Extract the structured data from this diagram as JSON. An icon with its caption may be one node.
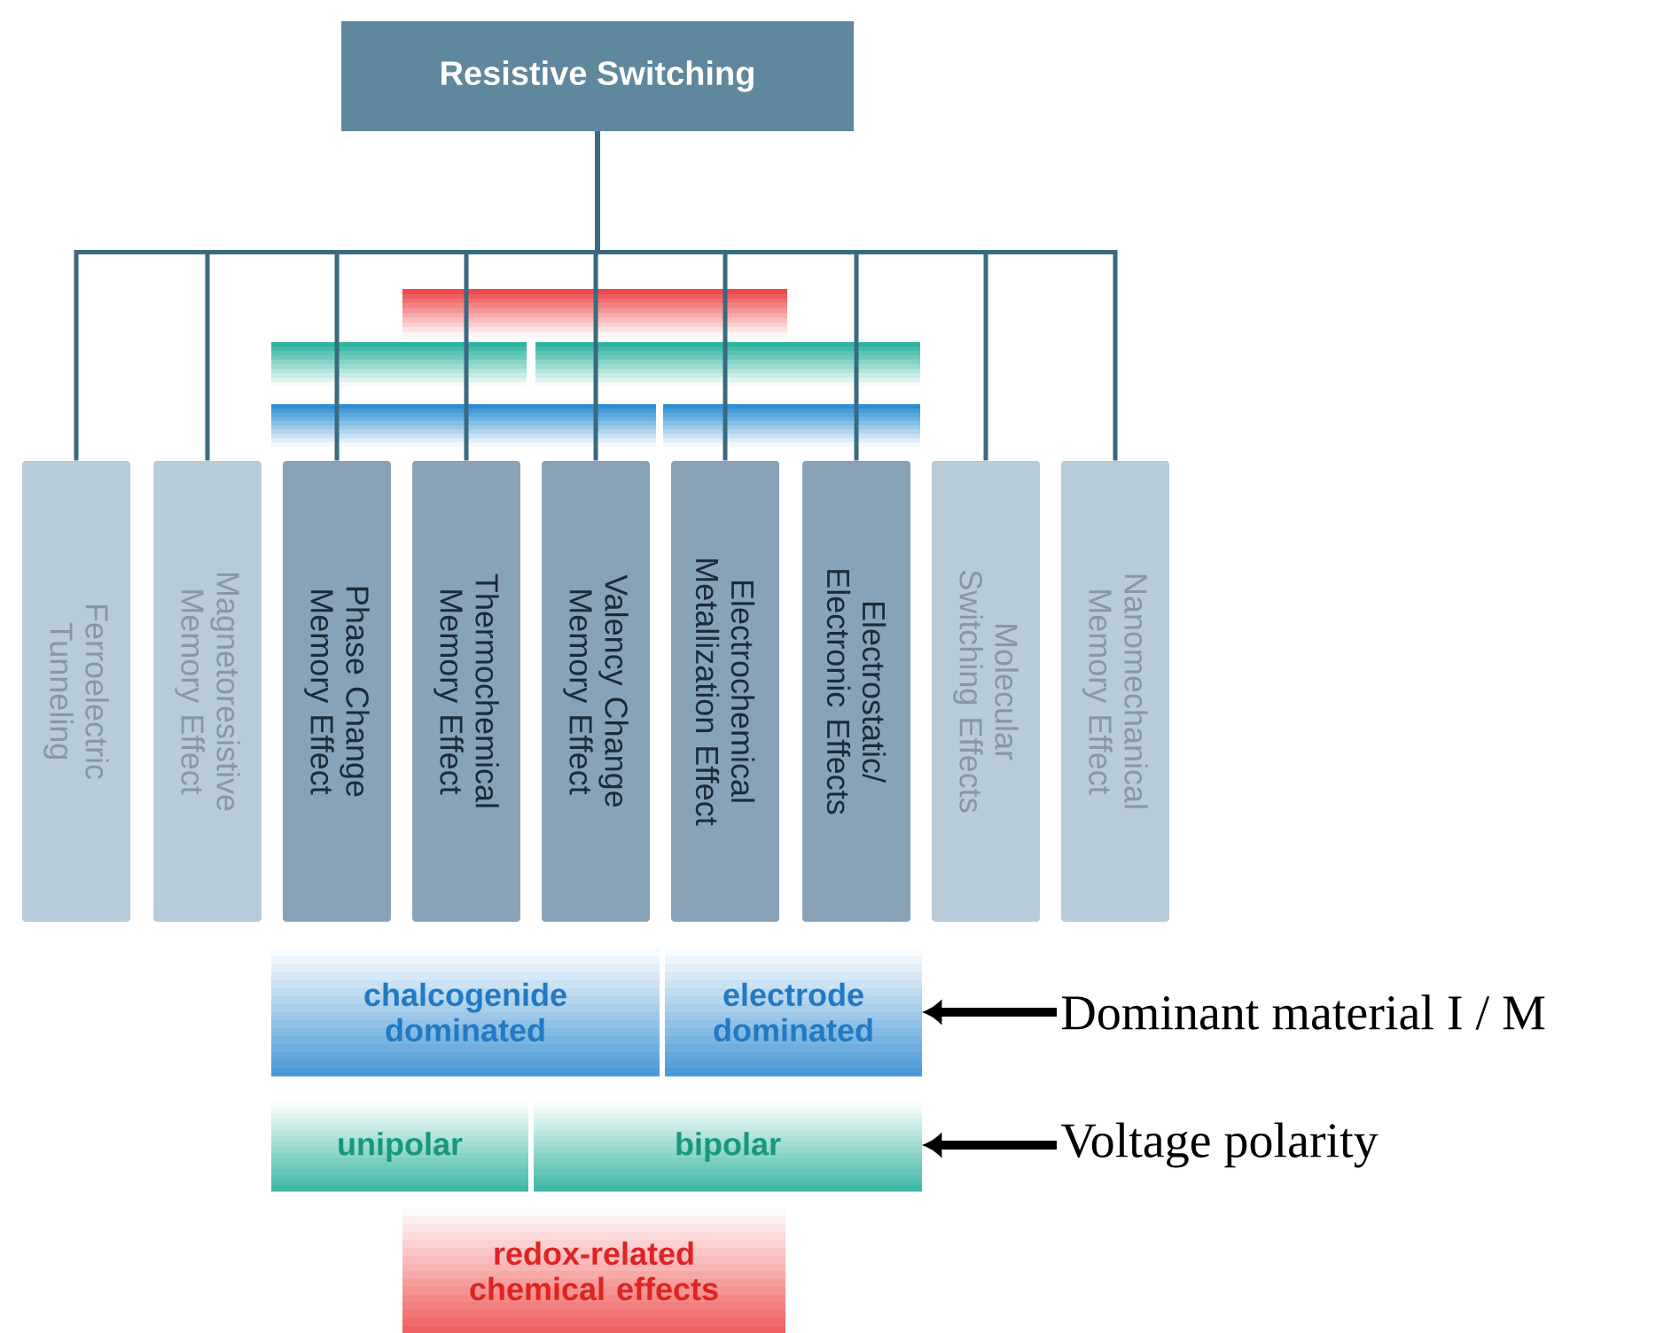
{
  "diagram": {
    "nodes": [
      {
        "text": [
          "Resistive Switching"
        ]
      },
      {
        "text": [
          "Ferroelectric Tunneling"
        ]
      },
      {
        "text": [
          "Magnetoresistive Memory Effect"
        ]
      },
      {
        "text": [
          "Phase Change Memory Effect"
        ]
      },
      {
        "text": [
          "Thermochemical Memory Effect"
        ]
      },
      {
        "text": [
          "Valency Change Memory Effect"
        ]
      },
      {
        "text": [
          "Electrochemical Metallization Effect"
        ]
      },
      {
        "text": [
          "Electrostatic/ Electronic Effects"
        ]
      },
      {
        "text": [
          "Molecular Switching Effects"
        ]
      },
      {
        "text": [
          "Nanomechanical Memory Effect"
        ]
      },
      {
        "text": [
          "chalcogenide dominated"
        ]
      },
      {
        "text": [
          "electrode dominated"
        ]
      },
      {
        "text": [
          "unipolar"
        ]
      },
      {
        "text": [
          "bipolar"
        ]
      },
      {
        "text": [
          "redox-related chemical effects"
        ]
      },
      {
        "text": [
          "Dominant material I / M"
        ]
      },
      {
        "text": [
          "Voltage polarity"
        ]
      }
    ],
    "edges": [
      {
        "from": 0,
        "to": 1,
        "arrow": "none"
      },
      {
        "from": 0,
        "to": 2,
        "arrow": "none"
      },
      {
        "from": 0,
        "to": 3,
        "arrow": "none"
      },
      {
        "from": 0,
        "to": 4,
        "arrow": "none"
      },
      {
        "from": 0,
        "to": 5,
        "arrow": "none"
      },
      {
        "from": 0,
        "to": 6,
        "arrow": "none"
      },
      {
        "from": 0,
        "to": 7,
        "arrow": "none"
      },
      {
        "from": 0,
        "to": 8,
        "arrow": "none"
      },
      {
        "from": 0,
        "to": 9,
        "arrow": "none"
      },
      {
        "from": 15,
        "to": 11,
        "arrow": "to",
        "style": "thick",
        "color": "#000000"
      },
      {
        "from": 16,
        "to": 13,
        "arrow": "to",
        "style": "thick",
        "color": "#000000"
      }
    ]
  }
}
